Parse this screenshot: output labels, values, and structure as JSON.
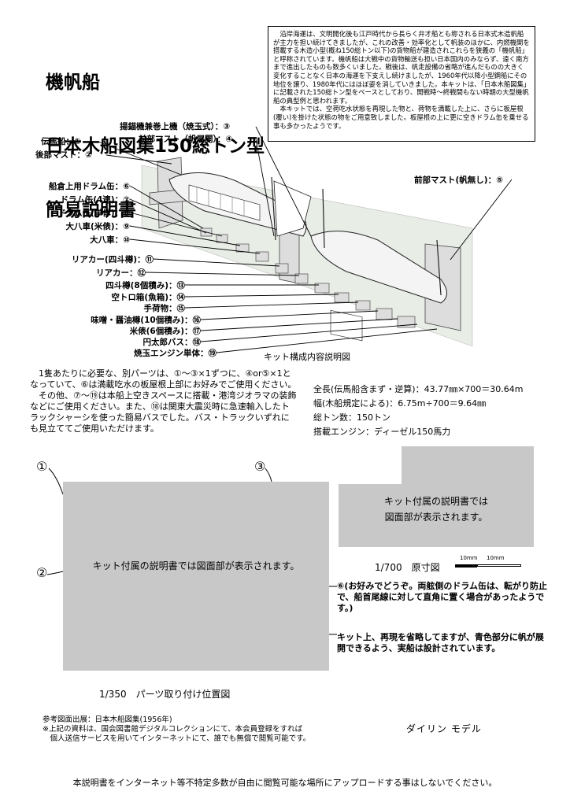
{
  "title_lines": [
    "機帆船",
    "日本木船図集150総トン型",
    "簡易説明書"
  ],
  "intro_text": "　沿岸海運は、文明開化後も江戸時代から長らく弁才船とも称される日本式木造帆船が主力を担い続けてきましたが、これの改善・効率化として帆装のほかに、内燃機関を搭載する木造小型(概ね150総トン以下)の貨物船が建造されこれらを狭義の「機帆船」と呼称されています。機帆船は大戦中の貨物輸送も担い日本国内のみならず、遠く南方まで進出したものも数多くいました。戦後は、帆走設備の省略が進んだものの大きく変化することなく日本の海運を下支えし続けましたが、1960年代以降小型鋼船にその地位を譲り、1980年代にはほぼ姿を消していきました。本キットは、「日本木船図集」に記載された150総トン型をベースとしており、開戦時～終戦間もない時期の大型機帆船の典型例と思われます。\n　本キットでは、空荷吃水状態を再現した物と、荷物を満載した上に、さらに板屋根(覆い)を掛けた状態の物をご用意致しました。板屋根の上に更に空きドラム缶を乗せる事も多かったようです。",
  "parts_labels": [
    "伝馬船：①",
    "後部マスト：②",
    "揚錨機兼巻上機（焼玉式）：③",
    "前部マスト（帆展開）：④",
    "前部マスト(帆無し)：⑤",
    "船倉上用ドラム缶：⑥",
    "ドラム缶(4連)：⑦",
    "ドラム缶(単体)：⑧",
    "大八車(米俵)：⑨",
    "大八車：⑩",
    "リアカー(四斗樽)：⑪",
    "リアカー：⑫",
    "四斗樽(8個積み)：⑬",
    "空トロ箱(魚箱)：⑭",
    "手荷物：⑮",
    "味噌・醤油樽(10個積み)：⑯",
    "米俵(6個積み)：⑰",
    "円太郎バス：⑱",
    "焼玉エンジン単体：⑲"
  ],
  "kit_caption": "キット構成内容説明図",
  "description": "　1隻あたりに必要な、別パーツは、①～③×1ずつに、④or⑤×1となっていて、⑥は満載吃水の板屋根上部にお好みでご使用ください。\n　その他、⑦～⑲は本船上空きスペースに搭載・港湾ジオラマの装飾などにご使用ください。また、⑱は関東大震災時に急速輸入したトラックシャーシを使った簡易バスでした。バス・トラックいずれにも見立ててご使用いただけます。",
  "specs": [
    "全長(伝馬船含まず・逆算)：43.77㎜×700＝30.64m",
    "幅(木船規定による)：6.75m÷700＝9.64㎜",
    "総トン数：150トン",
    "搭載エンジン：ディーゼル150馬力"
  ],
  "drawing_placeholder": "キット付属の説明書では図面部が表示されます。",
  "drawing_placeholder_right": [
    "キット付属の説明書では",
    "図面部が表示されます。"
  ],
  "part_numbers": {
    "p1": "①",
    "p2": "②",
    "p3": "③"
  },
  "scale_700_caption": "1/700　原寸図",
  "scalebar_labels": [
    "10mm",
    "10mm"
  ],
  "note_6": "⑥(お好みでどうぞ。両舷側のドラム缶は、転がり防止で、船首尾線に対して直角に置く場合があったようです。)",
  "note_sail": "キット上、再現を省略してますが、青色部分に帆が展開できるよう、実船は設計されています。",
  "scale_350_caption": "1/350　パーツ取り付け位置図",
  "references": [
    "参考図面出展：日本木船図集(1956年)",
    "※上記の資料は、国会図書館デジタルコレクションにて、本会員登録をすれば",
    "　個人送信サービスを用いてインターネットにて、誰でも無償で閲覧可能です。"
  ],
  "maker": "ダイリン モデル",
  "footer": "本説明書をインターネット等不特定多数が自由に閲覧可能な場所にアップロードする事はしないでください。"
}
